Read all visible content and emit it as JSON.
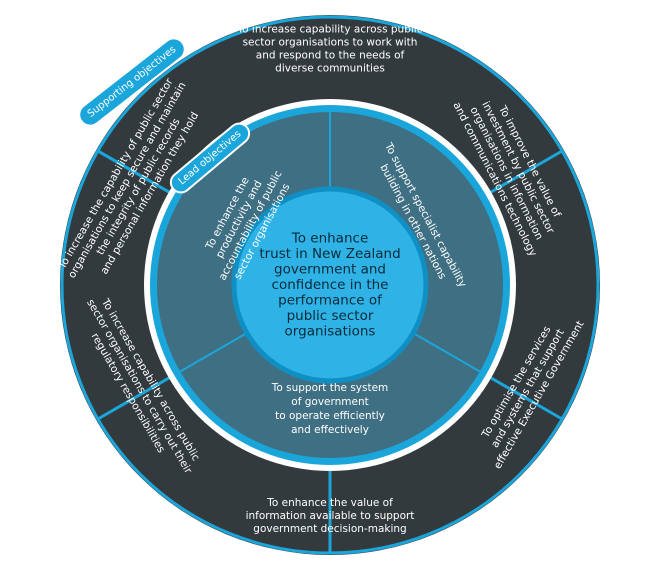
{
  "core": {
    "lines": [
      "To enhance",
      "trust in New Zealand",
      "government and",
      "confidence in the",
      "performance of",
      "public sector",
      "organisations"
    ]
  },
  "lead_label": "Lead objectives",
  "supporting_label": "Supporting objectives",
  "lead": [
    {
      "id": "productivity",
      "lines": [
        "To enhance the",
        "productivity and",
        "accountability of public",
        "sector organisations"
      ]
    },
    {
      "id": "specialist",
      "lines": [
        "To support specialist capability",
        "building in other nations"
      ]
    },
    {
      "id": "system",
      "lines": [
        "To support the system",
        "of government",
        "to operate efficiently",
        "and effectively"
      ]
    }
  ],
  "supporting": [
    {
      "id": "diverse",
      "lines": [
        "To increase capability across public",
        "sector organisations to work with",
        "and respond to the needs of",
        "diverse communities"
      ]
    },
    {
      "id": "ict",
      "lines": [
        "To improve the value of",
        "investment by public sector",
        "organisations in information",
        "and communications technology"
      ]
    },
    {
      "id": "executive",
      "lines": [
        "To optimise the services",
        "and systems that support",
        "effective Executive Government"
      ]
    },
    {
      "id": "information",
      "lines": [
        "To enhance the value of",
        "information available to support",
        "government decision-making"
      ]
    },
    {
      "id": "regulatory",
      "lines": [
        "To increase capability across public",
        "sector organisations to carry out their",
        "regulatory responsibilities"
      ]
    },
    {
      "id": "records",
      "lines": [
        "To increase the capability of public sector",
        "organisations to keep secure and maintain",
        "the integrity of public records",
        "and personal information they hold"
      ]
    }
  ],
  "colors": {
    "outer_ring": "#333a3d",
    "divider": "#1ba6db",
    "lead_ring": "#3f6f82",
    "core": "#2fb3e6",
    "core_edge": "#0f8fc4",
    "tab": "#1ba6db"
  }
}
